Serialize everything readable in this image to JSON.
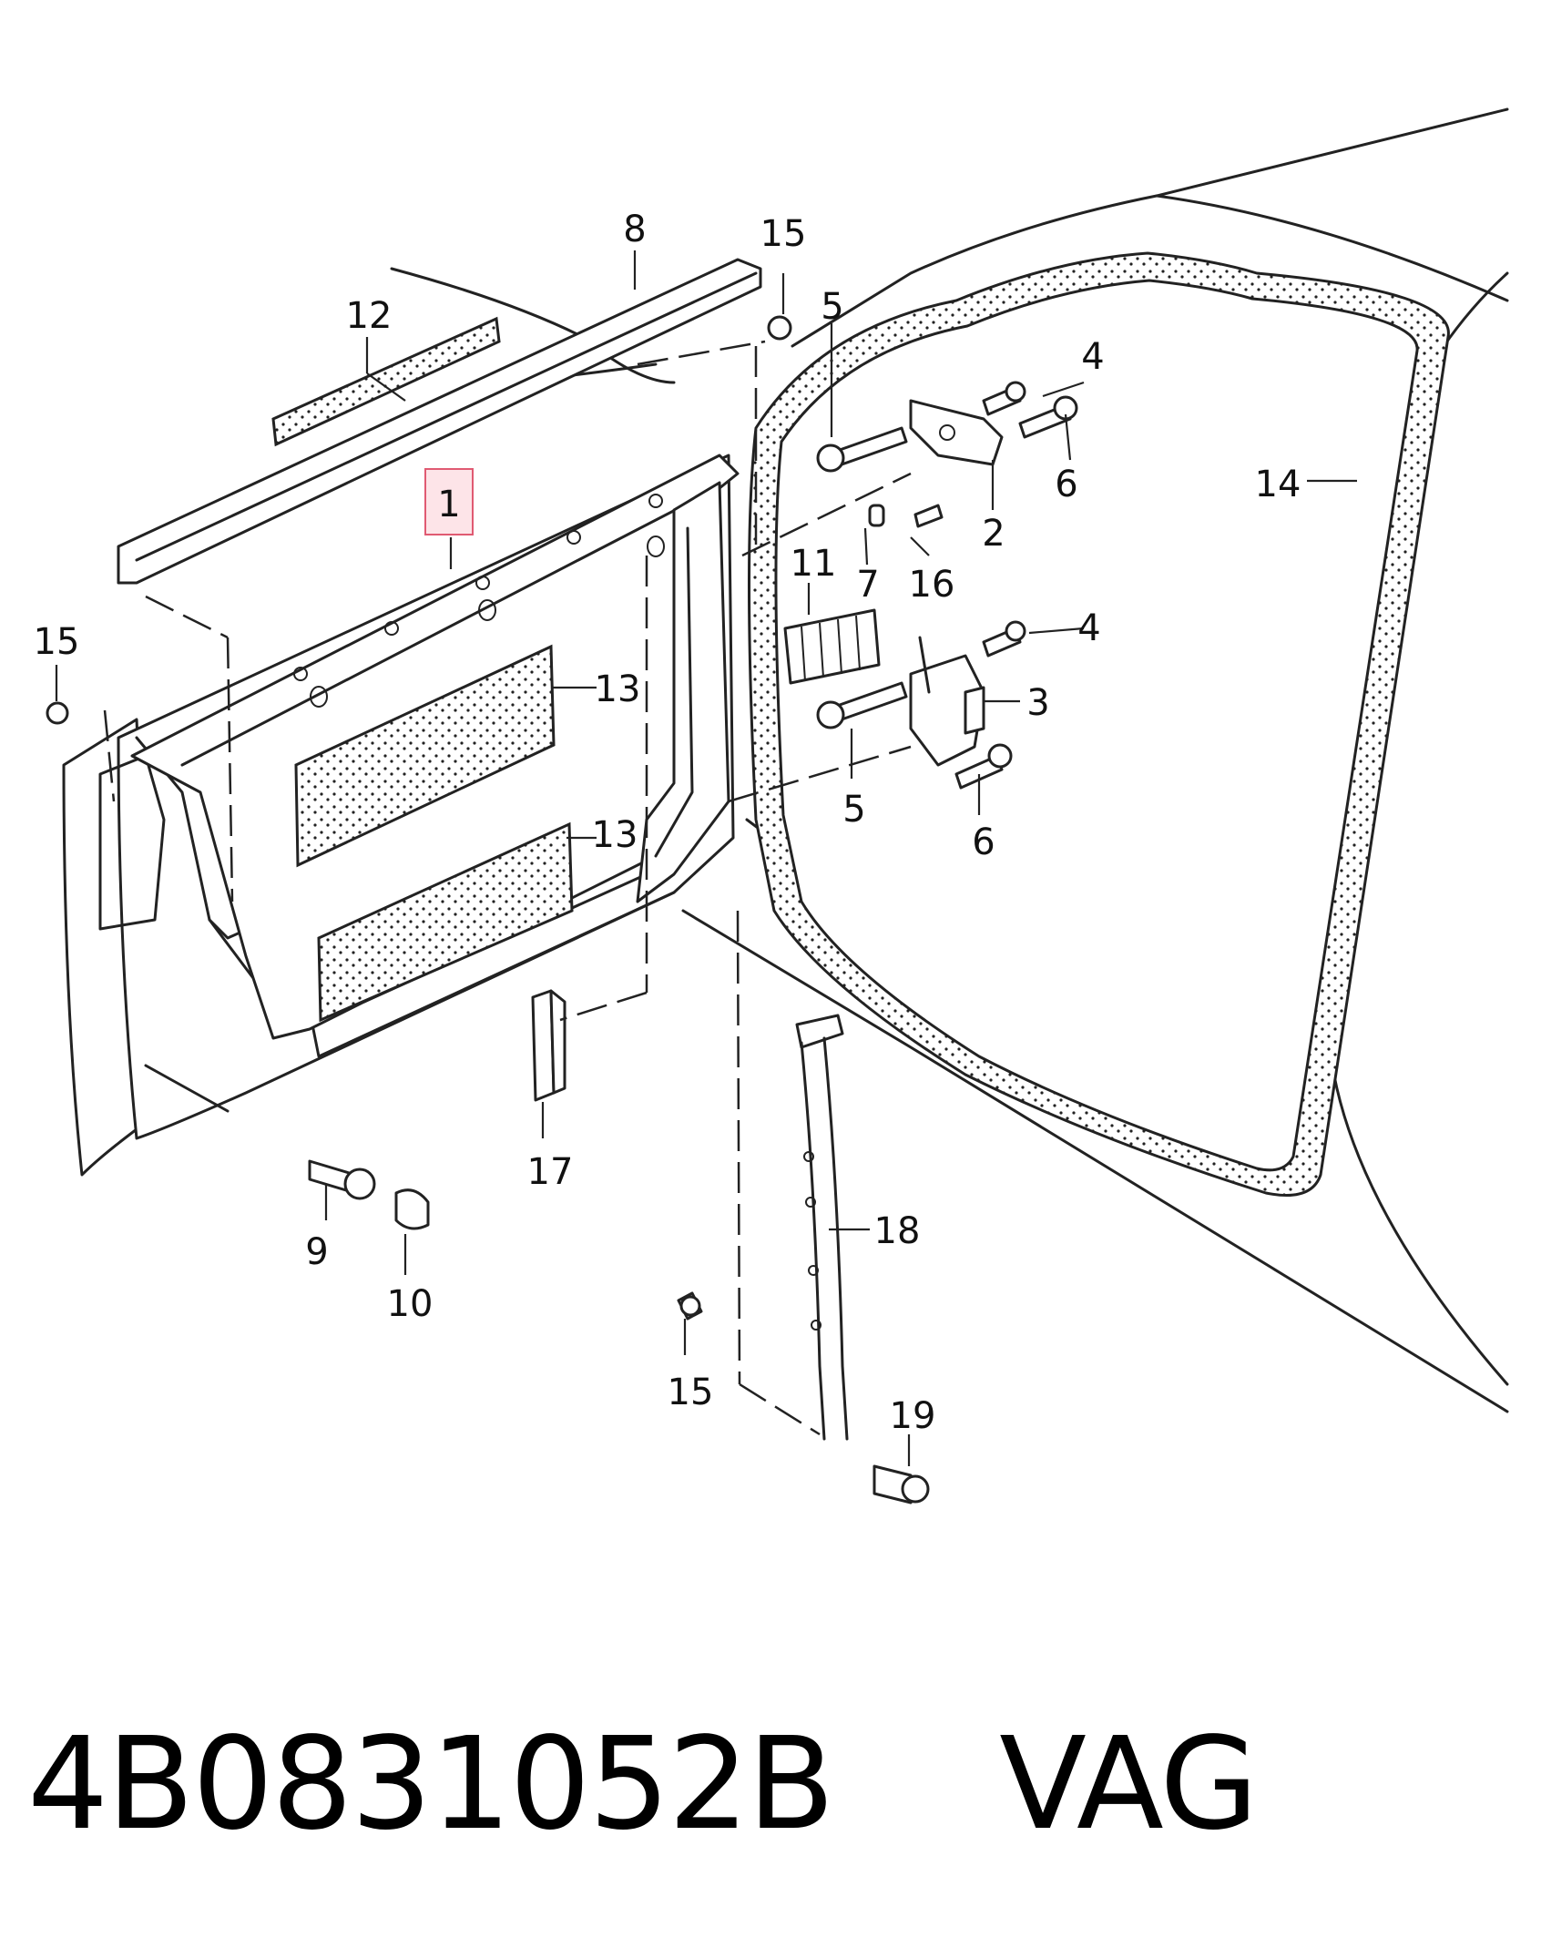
{
  "diagram": {
    "callouts": {
      "c1": "1",
      "c2": "2",
      "c3": "3",
      "c4a": "4",
      "c4b": "4",
      "c5a": "5",
      "c5b": "5",
      "c6a": "6",
      "c6b": "6",
      "c7": "7",
      "c8": "8",
      "c9": "9",
      "c10": "10",
      "c11": "11",
      "c12": "12",
      "c13a": "13",
      "c13b": "13",
      "c14": "14",
      "c15a": "15",
      "c15b": "15",
      "c15c": "15",
      "c16": "16",
      "c17": "17",
      "c18": "18",
      "c19": "19"
    },
    "highlighted_callout": "1",
    "highlight_color": "#fde4e8"
  },
  "footer": {
    "part_number": "4B0831052B",
    "brand": "VAG"
  }
}
